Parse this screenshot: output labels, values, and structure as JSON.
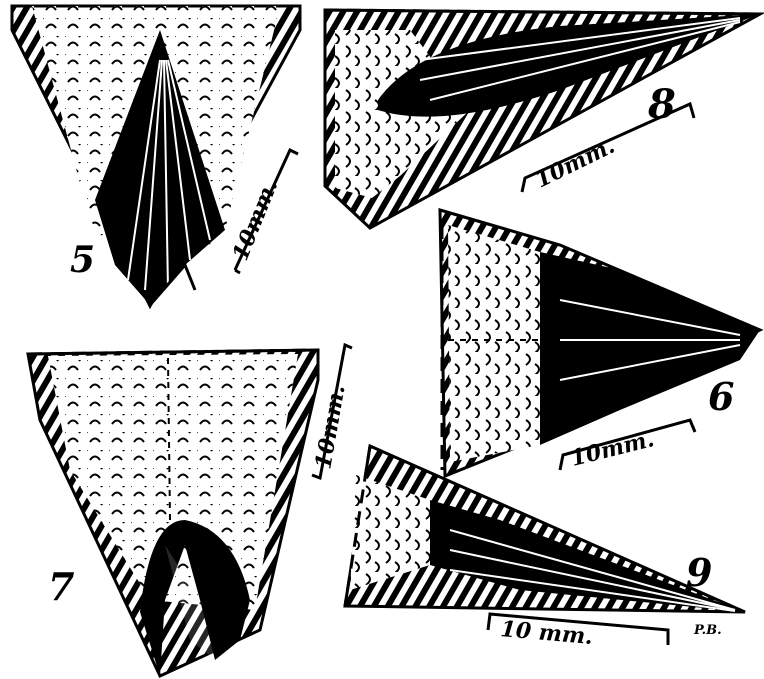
{
  "figures": [
    {
      "id": "fig5",
      "number": "5",
      "scale_label": "10mm."
    },
    {
      "id": "fig6",
      "number": "6",
      "scale_label": "10mm."
    },
    {
      "id": "fig7",
      "number": "7",
      "scale_label": "10mm."
    },
    {
      "id": "fig8",
      "number": "8",
      "scale_label": "10mm."
    },
    {
      "id": "fig9",
      "number": "9",
      "scale_label": "10 mm."
    }
  ],
  "signature": "P.B."
}
